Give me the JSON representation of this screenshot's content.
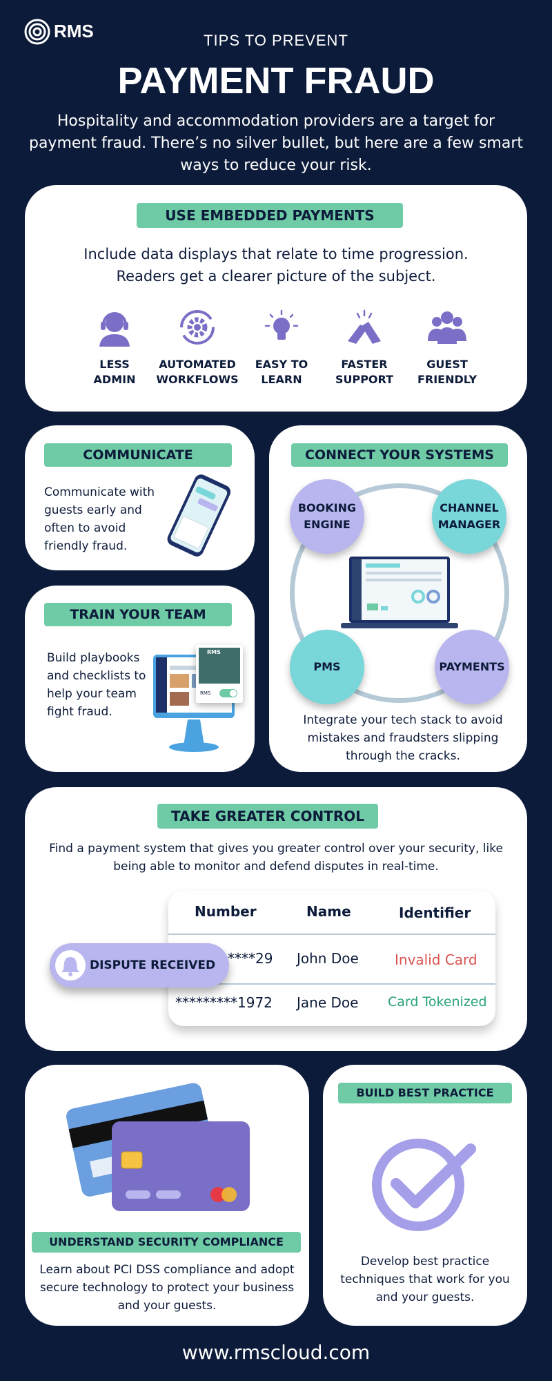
{
  "brand": {
    "name": "RMS"
  },
  "header": {
    "kicker": "TIPS TO PREVENT",
    "title": "PAYMENT FRAUD",
    "intro": "Hospitality and accommodation providers are a target for payment fraud. There’s no silver bullet, but here are a few smart ways to reduce your risk."
  },
  "embedded": {
    "heading": "USE EMBEDDED PAYMENTS",
    "text": "Include data displays that relate to time progression. Readers get a clearer picture of the subject.",
    "features": [
      {
        "line1": "LESS",
        "line2": "ADMIN",
        "icon": "support-agent-icon"
      },
      {
        "line1": "AUTOMATED",
        "line2": "WORKFLOWS",
        "icon": "gear-cycle-icon"
      },
      {
        "line1": "EASY TO",
        "line2": "LEARN",
        "icon": "lightbulb-icon"
      },
      {
        "line1": "FASTER",
        "line2": "SUPPORT",
        "icon": "handshake-icon"
      },
      {
        "line1": "GUEST",
        "line2": "FRIENDLY",
        "icon": "group-icon"
      }
    ]
  },
  "communicate": {
    "heading": "COMMUNICATE",
    "text": "Communicate with guests early and often to avoid friendly fraud."
  },
  "train": {
    "heading": "TRAIN YOUR TEAM",
    "text": "Build playbooks and checklists to help your team fight fraud.",
    "screen_brand": "RMS",
    "screen_caption": "RMS"
  },
  "connect": {
    "heading": "CONNECT YOUR SYSTEMS",
    "nodes": {
      "booking_line1": "BOOKING",
      "booking_line2": "ENGINE",
      "channel_line1": "CHANNEL",
      "channel_line2": "MANAGER",
      "pms": "PMS",
      "payments": "PAYMENTS"
    },
    "text": "Integrate your tech stack to avoid mistakes and fraudsters slipping through the cracks."
  },
  "control": {
    "heading": "TAKE GREATER CONTROL",
    "text": "Find a payment system that gives you greater control over your security, like being able to monitor and defend disputes in real-time.",
    "table": {
      "headers": [
        "Number",
        "Name",
        "Identifier"
      ],
      "rows": [
        {
          "number": "****29",
          "name": "John Doe",
          "identifier": "Invalid Card"
        },
        {
          "number": "*********1972",
          "name": "Jane Doe",
          "identifier": "Card Tokenized"
        }
      ]
    },
    "dispute_label": "DISPUTE RECEIVED"
  },
  "compliance": {
    "heading": "UNDERSTAND SECURITY COMPLIANCE",
    "text": "Learn about PCI DSS compliance and adopt secure technology to protect your business and your guests."
  },
  "practice": {
    "heading": "BUILD BEST PRACTICE",
    "text": "Develop best practice techniques that work for you and your guests."
  },
  "footer": {
    "url": "www.rmscloud.com"
  },
  "colors": {
    "navy": "#0d1b3a",
    "green": "#6fcaa6",
    "lavender": "#b9b6ef",
    "teal": "#79d6d9",
    "purple": "#7a6fc6",
    "invalid": "#d9534f",
    "tokenized": "#2aa37a"
  }
}
